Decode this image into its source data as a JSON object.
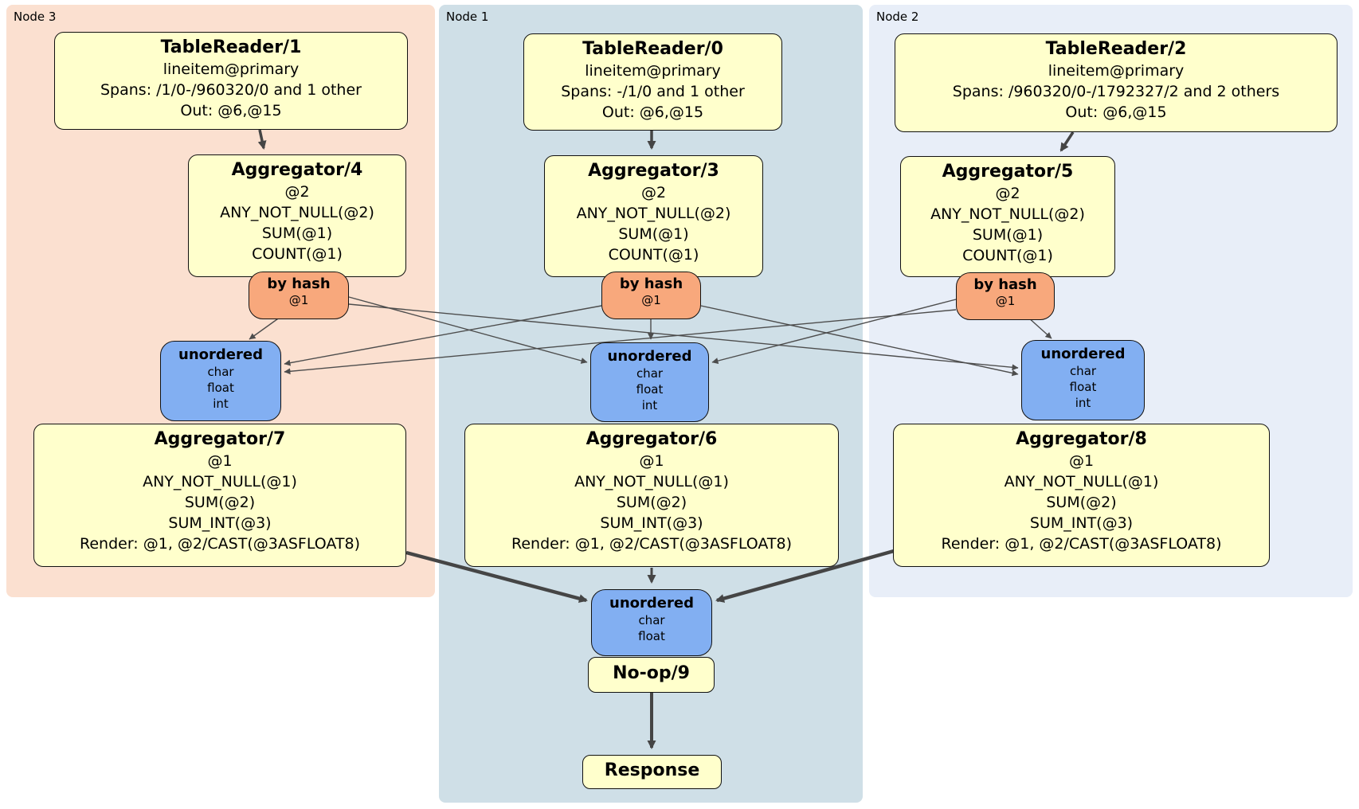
{
  "colors": {
    "node3_bg": "#fbe0d0",
    "node1_bg": "#cfdfe7",
    "node2_bg": "#e8eef8",
    "processor_bg": "#ffffcc",
    "router_bg": "#f8a87c",
    "sync_bg": "#82aff2",
    "edge": "#4d4d4d"
  },
  "regions": {
    "node3": {
      "label": "Node 3"
    },
    "node1": {
      "label": "Node 1"
    },
    "node2": {
      "label": "Node 2"
    }
  },
  "processors": {
    "tr1": {
      "title": "TableReader/1",
      "lines": [
        "lineitem@primary",
        "Spans: /1/0-/960320/0 and 1 other",
        "Out: @6,@15"
      ]
    },
    "tr0": {
      "title": "TableReader/0",
      "lines": [
        "lineitem@primary",
        "Spans: -/1/0 and 1 other",
        "Out: @6,@15"
      ]
    },
    "tr2": {
      "title": "TableReader/2",
      "lines": [
        "lineitem@primary",
        "Spans: /960320/0-/1792327/2 and 2 others",
        "Out: @6,@15"
      ]
    },
    "agg4": {
      "title": "Aggregator/4",
      "lines": [
        "@2",
        "ANY_NOT_NULL(@2)",
        "SUM(@1)",
        "COUNT(@1)"
      ]
    },
    "agg3": {
      "title": "Aggregator/3",
      "lines": [
        "@2",
        "ANY_NOT_NULL(@2)",
        "SUM(@1)",
        "COUNT(@1)"
      ]
    },
    "agg5": {
      "title": "Aggregator/5",
      "lines": [
        "@2",
        "ANY_NOT_NULL(@2)",
        "SUM(@1)",
        "COUNT(@1)"
      ]
    },
    "agg7": {
      "title": "Aggregator/7",
      "lines": [
        "@1",
        "ANY_NOT_NULL(@1)",
        "SUM(@2)",
        "SUM_INT(@3)",
        "Render: @1, @2/CAST(@3ASFLOAT8)"
      ]
    },
    "agg6": {
      "title": "Aggregator/6",
      "lines": [
        "@1",
        "ANY_NOT_NULL(@1)",
        "SUM(@2)",
        "SUM_INT(@3)",
        "Render: @1, @2/CAST(@3ASFLOAT8)"
      ]
    },
    "agg8": {
      "title": "Aggregator/8",
      "lines": [
        "@1",
        "ANY_NOT_NULL(@1)",
        "SUM(@2)",
        "SUM_INT(@3)",
        "Render: @1, @2/CAST(@3ASFLOAT8)"
      ]
    },
    "noop": {
      "title": "No-op/9"
    },
    "response": {
      "title": "Response"
    }
  },
  "routers": {
    "hash4": {
      "title": "by hash",
      "lines": [
        "@1"
      ]
    },
    "hash3": {
      "title": "by hash",
      "lines": [
        "@1"
      ]
    },
    "hash5": {
      "title": "by hash",
      "lines": [
        "@1"
      ]
    }
  },
  "syncs": {
    "sync7": {
      "title": "unordered",
      "lines": [
        "char",
        "float",
        "int"
      ]
    },
    "sync6": {
      "title": "unordered",
      "lines": [
        "char",
        "float",
        "int"
      ]
    },
    "sync8": {
      "title": "unordered",
      "lines": [
        "char",
        "float",
        "int"
      ]
    },
    "syncFinal": {
      "title": "unordered",
      "lines": [
        "char",
        "float"
      ]
    }
  },
  "edges": [
    {
      "from": "TableReader/1",
      "to": "Aggregator/4"
    },
    {
      "from": "TableReader/0",
      "to": "Aggregator/3"
    },
    {
      "from": "TableReader/2",
      "to": "Aggregator/5"
    },
    {
      "from": "Aggregator/4 by hash @1",
      "to": "unordered (Node 3)"
    },
    {
      "from": "Aggregator/4 by hash @1",
      "to": "unordered (Node 1)"
    },
    {
      "from": "Aggregator/4 by hash @1",
      "to": "unordered (Node 2)"
    },
    {
      "from": "Aggregator/3 by hash @1",
      "to": "unordered (Node 3)"
    },
    {
      "from": "Aggregator/3 by hash @1",
      "to": "unordered (Node 1)"
    },
    {
      "from": "Aggregator/3 by hash @1",
      "to": "unordered (Node 2)"
    },
    {
      "from": "Aggregator/5 by hash @1",
      "to": "unordered (Node 3)"
    },
    {
      "from": "Aggregator/5 by hash @1",
      "to": "unordered (Node 1)"
    },
    {
      "from": "Aggregator/5 by hash @1",
      "to": "unordered (Node 2)"
    },
    {
      "from": "Aggregator/7",
      "to": "unordered (final)"
    },
    {
      "from": "Aggregator/6",
      "to": "unordered (final)"
    },
    {
      "from": "Aggregator/8",
      "to": "unordered (final)"
    },
    {
      "from": "No-op/9",
      "to": "Response"
    }
  ]
}
